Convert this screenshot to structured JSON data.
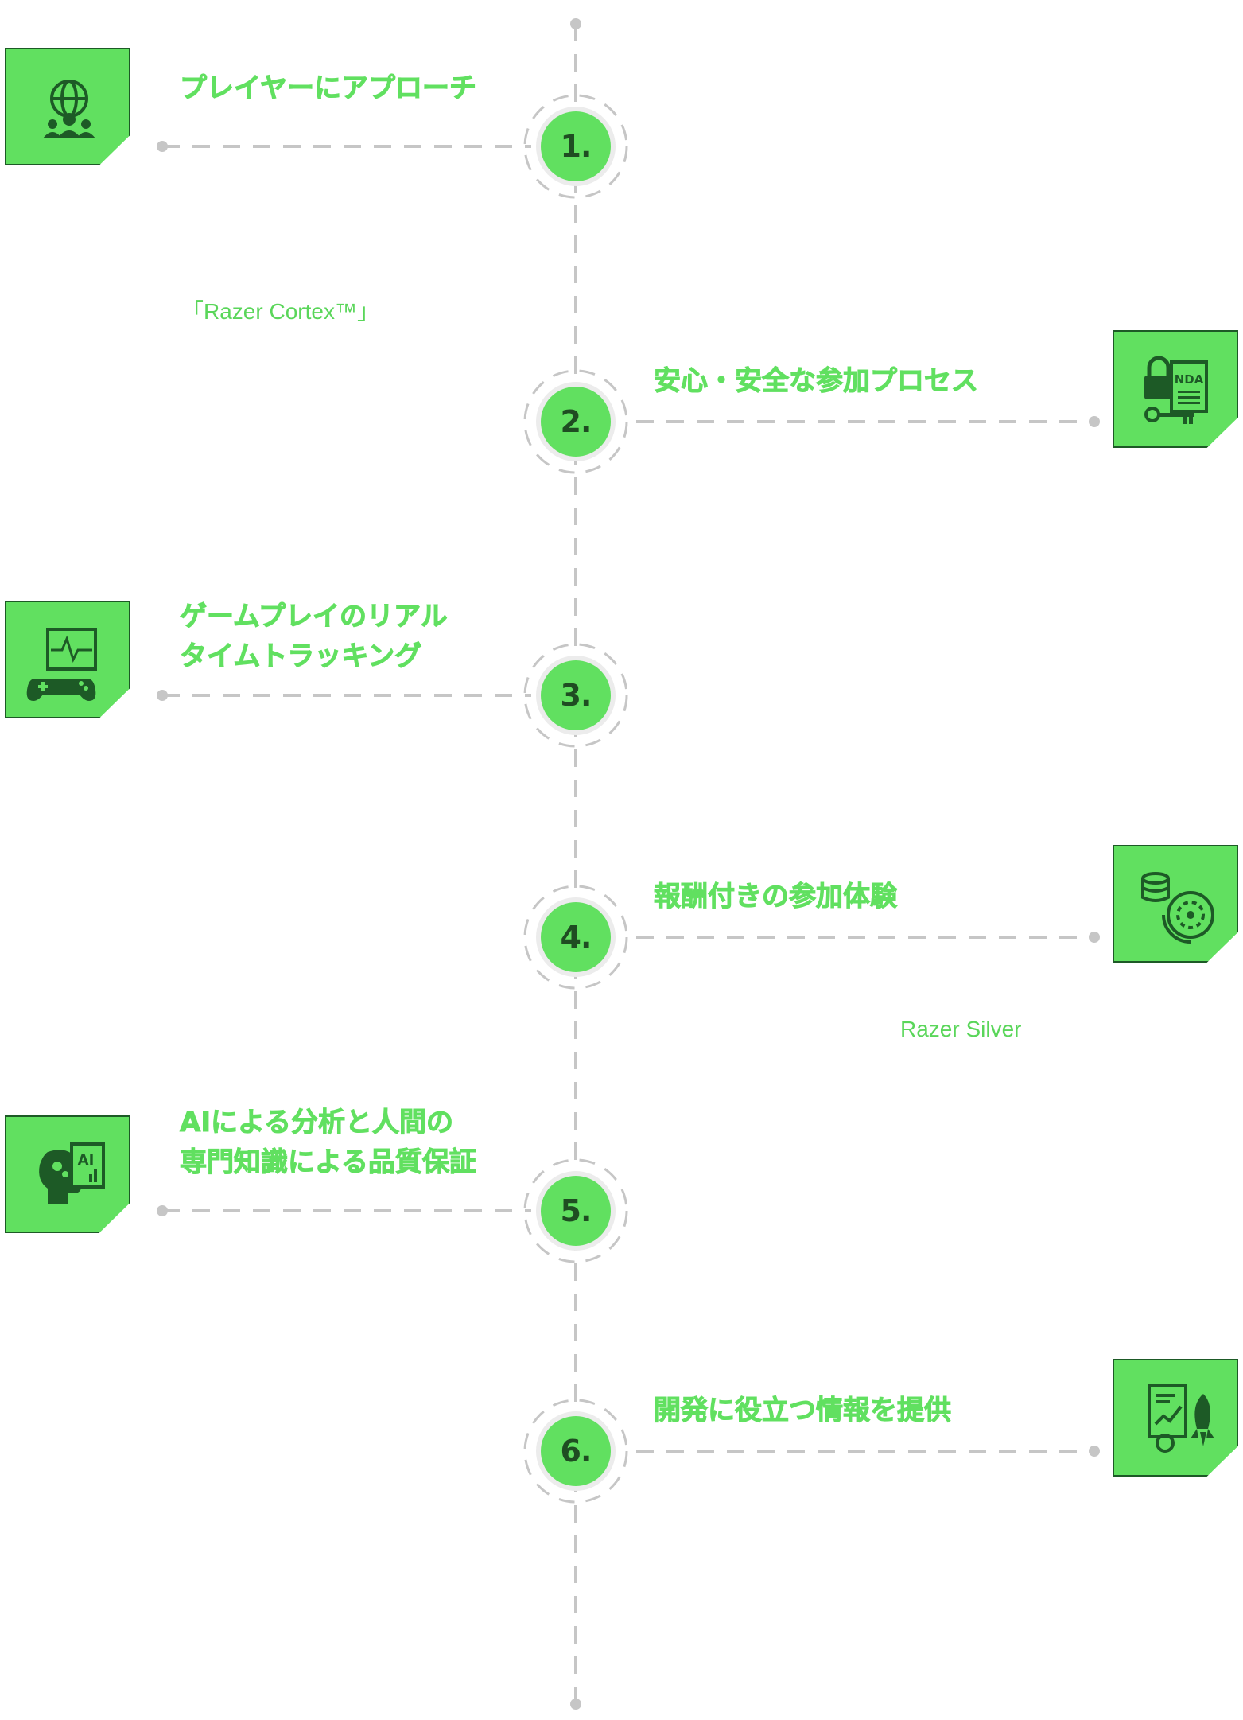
{
  "colors": {
    "accent": "#61e060",
    "dark_green": "#1d5a26",
    "line": "#c6c6c6"
  },
  "steps": [
    {
      "number": "1.",
      "title": "プレイヤーにアプローチ",
      "icon": "globe-users-icon",
      "note": "「Razer Cortex™」"
    },
    {
      "number": "2.",
      "title": "安心・安全な参加プロセス",
      "icon": "lock-nda-key-icon",
      "note": ""
    },
    {
      "number": "3.",
      "title": "ゲームプレイのリアル\nタイムトラッキング",
      "icon": "gamepad-monitor-icon",
      "note": ""
    },
    {
      "number": "4.",
      "title": "報酬付きの参加体験",
      "icon": "coins-reward-icon",
      "note": "Razer Silver"
    },
    {
      "number": "5.",
      "title": "AIによる分析と人間の\n専門知識による品質保証",
      "icon": "ai-brain-head-icon",
      "note": ""
    },
    {
      "number": "6.",
      "title": "開発に役立つ情報を提供",
      "icon": "report-rocket-icon",
      "note": ""
    }
  ]
}
